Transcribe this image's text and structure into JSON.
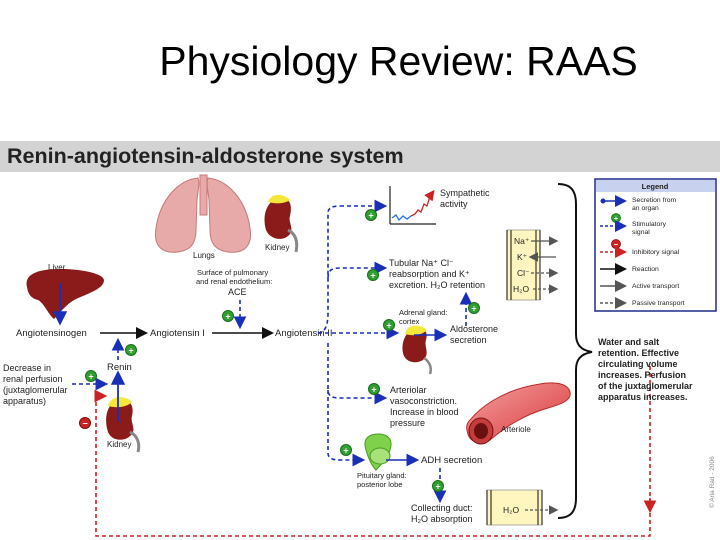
{
  "slide_title": "Physiology Review: RAAS",
  "banner_title": "Renin-angiotensin-aldosterone system",
  "nodes": {
    "angiotensinogen": "Angiotensinogen",
    "angiotensin_1": "Angiotensin I",
    "angiotensin_2": "Angiotensin II",
    "renin": "Renin",
    "ace": "ACE",
    "surface_line1": "Surface of pulmonary",
    "surface_line2": "and renal endothelium:",
    "perfusion_line1": "Decrease in",
    "perfusion_line2": "renal perfusion",
    "perfusion_line3": "(juxtaglomerular",
    "perfusion_line4": "apparatus)",
    "sympathetic_line1": "Sympathetic",
    "sympathetic_line2": "activity",
    "tubular_line1": "Tubular Na⁺ Cl⁻",
    "tubular_line2": "reabsorption and K⁺",
    "tubular_line3": "excretion. H₂O retention",
    "adrenal_line1": "Adrenal gland:",
    "adrenal_line2": "cortex",
    "aldosterone_line1": "Aldosterone",
    "aldosterone_line2": "secretion",
    "arteriolar_line1": "Arteriolar",
    "arteriolar_line2": "vasoconstriction.",
    "arteriolar_line3": "Increase in blood",
    "arteriolar_line4": "pressure",
    "adh": "ADH secretion",
    "pituitary_line1": "Pituitary gland:",
    "pituitary_line2": "posterior lobe",
    "collecting_line1": "Collecting duct:",
    "collecting_line2": "H₂O absorption",
    "water_line1": "Water and salt",
    "water_line2": "retention. Effective",
    "water_line3": "circulating volume",
    "water_line4": "increases. Perfusion",
    "water_line5": "of the juxtaglomerular",
    "water_line6": "apparatus increases."
  },
  "organs": {
    "liver": "Liver",
    "lungs": "Lungs",
    "kidney_top": "Kidney",
    "kidney_bottom": "Kidney",
    "arteriole": "Arteriole"
  },
  "channel_ions": [
    "Na⁺",
    "K⁺",
    "Cl⁻",
    "H₂O"
  ],
  "collecting_channel_label": "H₂O",
  "stim_sign": "+",
  "inhib_sign": "−",
  "legend": {
    "title": "Legend",
    "items": [
      {
        "line1": "Secretion from",
        "line2": "an organ"
      },
      {
        "line1": "Stimulatory",
        "line2": "signal"
      },
      {
        "line1": "Inhibitory signal",
        "line2": ""
      },
      {
        "line1": "Reaction",
        "line2": ""
      },
      {
        "line1": "Active transport",
        "line2": ""
      },
      {
        "line1": "Passive transport",
        "line2": ""
      }
    ]
  },
  "copyright": "© Aria Rad - 2006",
  "colors": {
    "banner_bg": "#d3d3d3",
    "stimulatory": "#1a2fb8",
    "inhibitory": "#cc2222",
    "organ_red": "#8b1a1a",
    "lung_pink": "#e8a9a9",
    "legend_border": "#1f2a8a",
    "plus_green": "#2fa02f",
    "pituitary_green": "#7fd04a",
    "channel_yellow": "#fff6bf"
  }
}
